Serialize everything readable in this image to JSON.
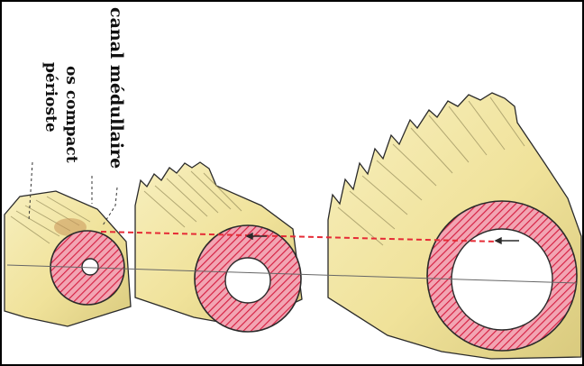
{
  "labels": {
    "canal": "canal médullaire",
    "os": "os compact",
    "periost": "périoste"
  },
  "colors": {
    "bone_fill": "#f2e6a2",
    "bone_stripes": "#a19764",
    "bone_outline": "#2a2a2a",
    "cortex_fill": "#f2a5b3",
    "cortex_hatch": "#d61f41",
    "marrow_fill": "#ffffff",
    "growth_line": "#e52b36",
    "axis_line": "#666666",
    "frame": "#000000"
  },
  "icons": [
    "arrow-icon"
  ],
  "stages": [
    "stage-young",
    "stage-middle",
    "stage-adult"
  ]
}
